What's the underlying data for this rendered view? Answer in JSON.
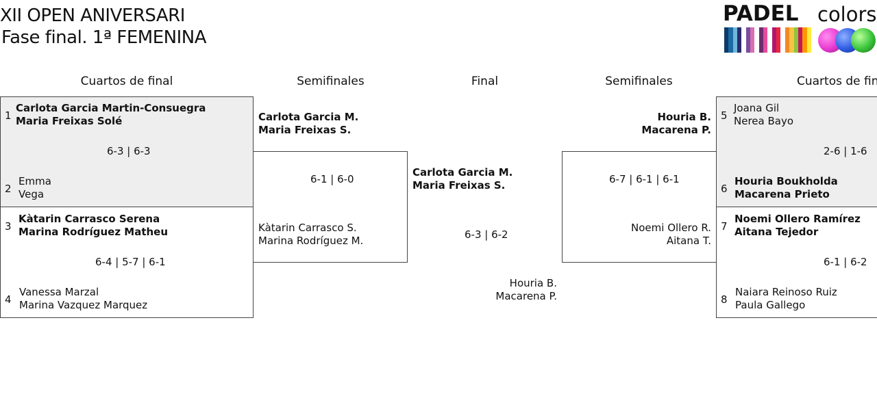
{
  "title": {
    "line1": "XII OPEN ANIVERSARI",
    "line2": "Fase final. 1ª FEMENINA"
  },
  "logo": {
    "word1": "PADEL",
    "word2": "colors"
  },
  "headers": {
    "qf_left": "Cuartos de final",
    "sf_left": "Semifinales",
    "final": "Final",
    "sf_right": "Semifinales",
    "qf_right": "Cuartos de final"
  },
  "quarterfinals": {
    "left": [
      {
        "seed_a": "1",
        "team_a": [
          "Carlota Garcia Martin-Consuegra",
          "Maria Freixas Solé"
        ],
        "score": "6-3 | 6-3",
        "seed_b": "2",
        "team_b": [
          "Emma",
          "Vega"
        ]
      },
      {
        "seed_a": "3",
        "team_a": [
          "Kàtarin Carrasco Serena",
          "Marina Rodríguez Matheu"
        ],
        "score": "6-4 | 5-7 | 6-1",
        "seed_b": "4",
        "team_b": [
          "Vanessa Marzal",
          "Marina Vazquez Marquez"
        ]
      }
    ],
    "right": [
      {
        "seed_a": "5",
        "team_a": [
          "Joana Gil",
          "Nerea Bayo"
        ],
        "score": "2-6 | 1-6",
        "seed_b": "6",
        "team_b": [
          "Houria Boukholda",
          "Macarena Prieto"
        ]
      },
      {
        "seed_a": "7",
        "team_a": [
          "Noemi Ollero Ramírez",
          "Aitana Tejedor"
        ],
        "score": "6-1 | 6-2",
        "seed_b": "8",
        "team_b": [
          "Naiara Reinoso Ruiz",
          "Paula Gallego"
        ]
      }
    ]
  },
  "semifinals": {
    "left": {
      "team_a": [
        "Carlota Garcia M.",
        "Maria Freixas S."
      ],
      "score": "6-1 | 6-0",
      "team_b": [
        "Kàtarin Carrasco S.",
        "Marina Rodríguez M."
      ]
    },
    "right": {
      "team_a": [
        "Houria B.",
        "Macarena P."
      ],
      "score": "6-7 | 6-1 | 6-1",
      "team_b": [
        "Noemi Ollero R.",
        "Aitana T."
      ]
    }
  },
  "final": {
    "team_a": [
      "Carlota Garcia M.",
      "Maria Freixas S."
    ],
    "score": "6-3 | 6-2",
    "team_b": [
      "Houria B.",
      "Macarena P."
    ]
  },
  "colors": {
    "winner_bg": "#eeeeee",
    "border": "#444444",
    "logo_balls": [
      "#e83ad1",
      "#2d5be3",
      "#39c43a"
    ],
    "logo_stripes": [
      "#0d3b66",
      "#1b6aa5",
      "#6fb6d9",
      "#2a2a6e",
      "#ffffff",
      "#7a4da3",
      "#d86fb0",
      "#ffffff",
      "#6b2d6e",
      "#e64b9a",
      "#ffffff",
      "#b0186f",
      "#e9263c",
      "#ffffff",
      "#f08a24",
      "#f6c343",
      "#8cc63f",
      "#c2185b",
      "#ff9800",
      "#ffeb3b"
    ]
  }
}
